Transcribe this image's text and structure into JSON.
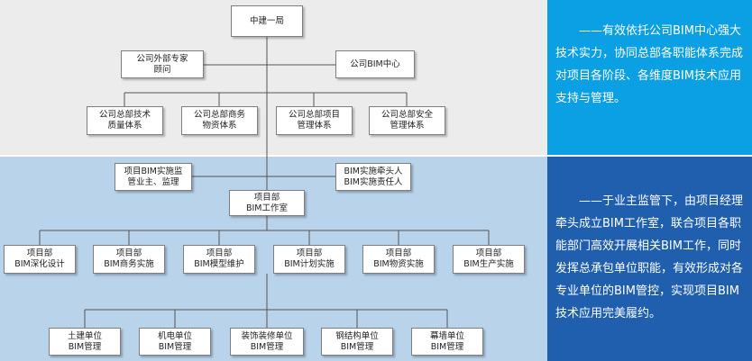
{
  "top": {
    "root": "中建一局",
    "experts": [
      "公司外部专家",
      "顾问"
    ],
    "bim_center": "公司BIM中心",
    "systems": [
      [
        "公司总部技术",
        "质量体系"
      ],
      [
        "公司总部商务",
        "物资体系"
      ],
      [
        "公司总部项目",
        "管理体系"
      ],
      [
        "公司总部安全",
        "管理体系"
      ]
    ]
  },
  "bottom": {
    "supervise": [
      "项目BIM实施监",
      "管业主、监理"
    ],
    "lead": [
      "BIM实施牵头人",
      "BIM实施责任人"
    ],
    "studio": [
      "项目部",
      "BIM工作室"
    ],
    "depts": [
      [
        "项目部",
        "BIM深化设计"
      ],
      [
        "项目部",
        "BIM商务实施"
      ],
      [
        "项目部",
        "BIM模型维护"
      ],
      [
        "项目部",
        "BIM计划实施"
      ],
      [
        "项目部",
        "BIM物资实施"
      ],
      [
        "项目部",
        "BIM生产实施"
      ]
    ],
    "units": [
      [
        "土建单位",
        "BIM管理"
      ],
      [
        "机电单位",
        "BIM管理"
      ],
      [
        "装饰装修单位",
        "BIM管理"
      ],
      [
        "钢结构单位",
        "BIM管理"
      ],
      [
        "幕墙单位",
        "BIM管理"
      ]
    ]
  },
  "side": {
    "text1": "——有效依托公司BIM中心强大技术实力，协同总部各职能体系完成对项目各阶段、各维度BIM技术应用支持与管理。",
    "text2": "——于业主监管下，由项目经理牵头成立BIM工作室，联合项目各职能部门高效开展相关BIM工作，同时发挥总承包单位职能，有效形成对各专业单位的BIM管控，实现项目BIM技术应用完美履约。"
  },
  "colors": {
    "top_band": "#ececec",
    "bottom_band": "#b9d3ea",
    "side_top": "#0b9fe3",
    "side_bottom": "#1f5fae",
    "line": "#555555"
  }
}
